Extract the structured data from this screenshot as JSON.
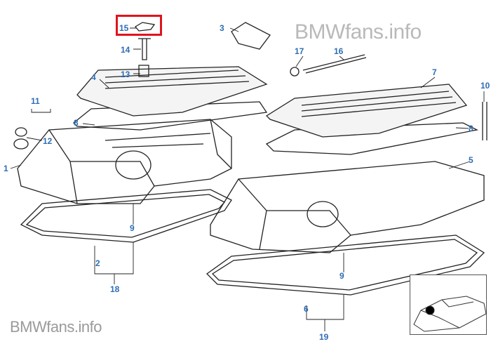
{
  "watermark_top": "BMWfans.info",
  "watermark_bottom": "BMWfans.info",
  "highlight_color": "#e0141e",
  "label_color": "#2e6db4",
  "highlighted_part": "15",
  "labels": [
    "15",
    "14",
    "13",
    "3",
    "17",
    "16",
    "4",
    "7",
    "10",
    "11",
    "12",
    "8",
    "8",
    "5",
    "1",
    "9",
    "2",
    "18",
    "9",
    "6",
    "19"
  ]
}
